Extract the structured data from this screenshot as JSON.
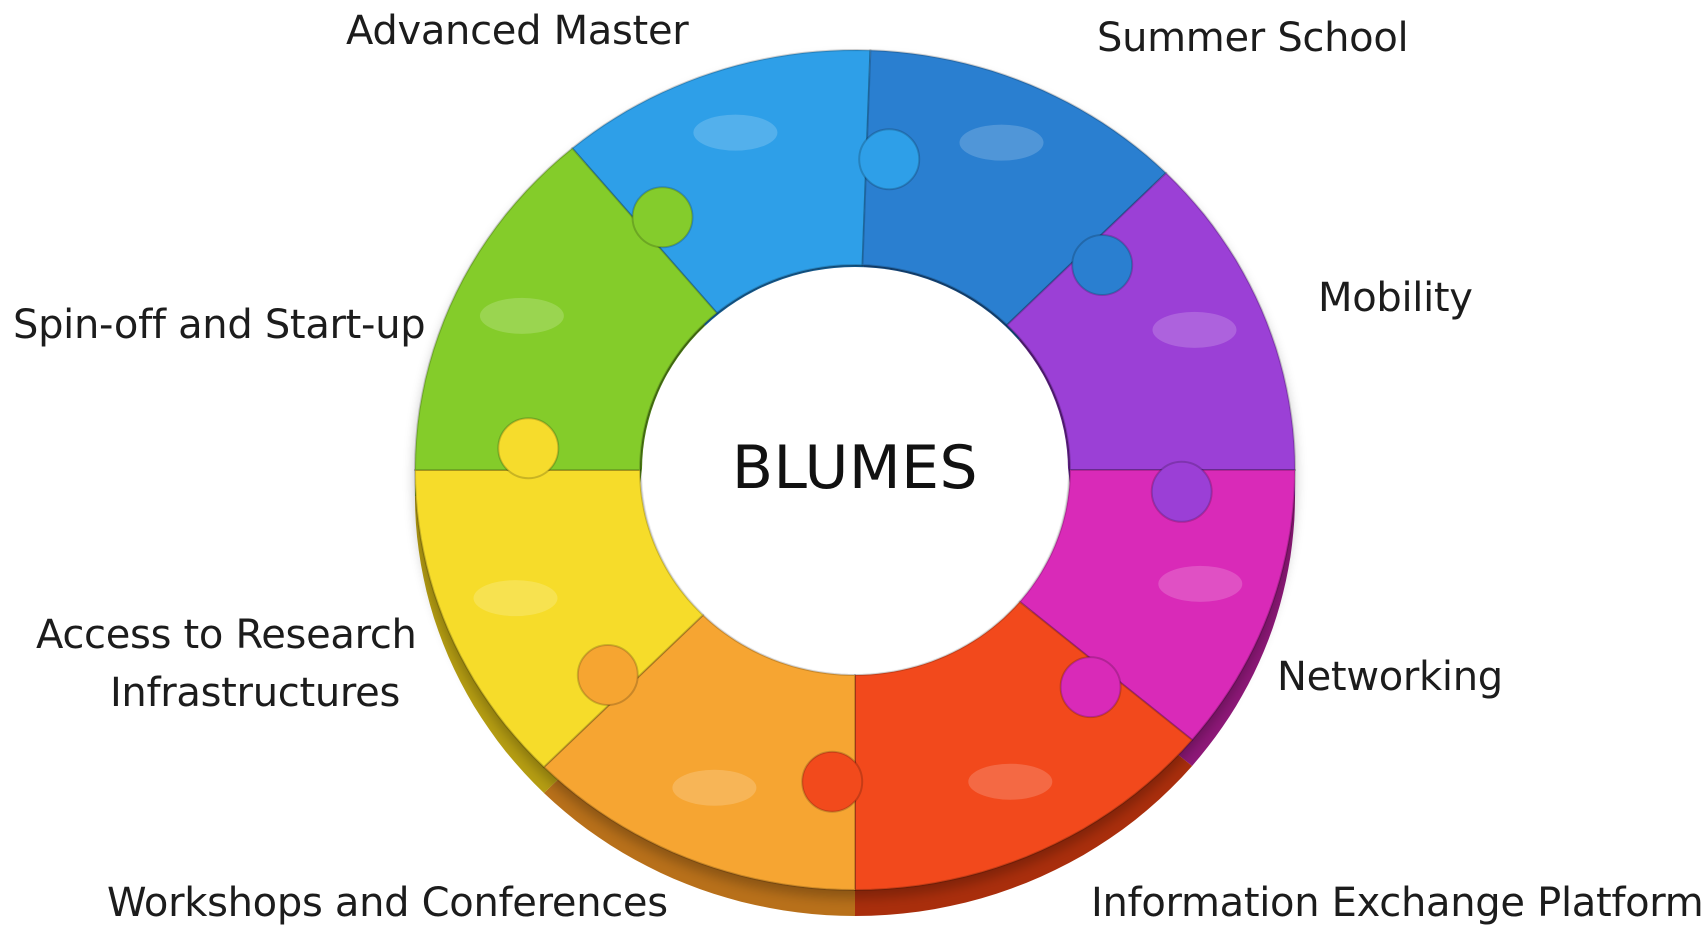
{
  "center": {
    "title": "BLUMES"
  },
  "pieces": [
    {
      "id": "advanced-master",
      "label": "Advanced Master",
      "color": "#2e9fe8",
      "shade": "#1b6fae"
    },
    {
      "id": "summer-school",
      "label": "Summer School",
      "color": "#2a7fd0",
      "shade": "#1a5592"
    },
    {
      "id": "mobility",
      "label": "Mobility",
      "color": "#9b3fd6",
      "shade": "#66228f"
    },
    {
      "id": "networking",
      "label": "Networking",
      "color": "#d92ab8",
      "shade": "#8e1878"
    },
    {
      "id": "information-exchange-platform",
      "label": "Information Exchange Platform",
      "color": "#f24a1c",
      "shade": "#a92e0c"
    },
    {
      "id": "workshops-and-conferences",
      "label": "Workshops and Conferences",
      "color": "#f6a531",
      "shade": "#b8701a"
    },
    {
      "id": "access-to-research-infrastructures",
      "label_lines": [
        "Access to Research",
        "Infrastructures"
      ],
      "color": "#f6dc2c",
      "shade": "#b59d12"
    },
    {
      "id": "spin-off-and-start-up",
      "label": "Spin-off and Start-up",
      "color": "#84cc2c",
      "shade": "#558a16"
    }
  ]
}
